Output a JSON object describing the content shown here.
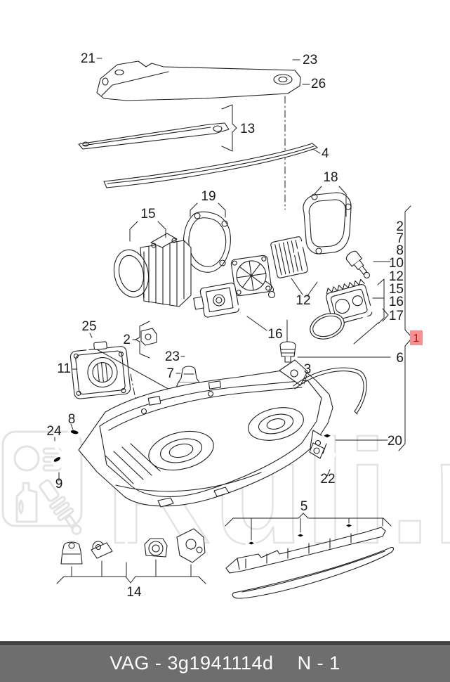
{
  "watermark": {
    "text": "Ruli.ru",
    "color": "#e3e3e3"
  },
  "diagram": {
    "line_color": "#1f1f1f",
    "highlight": {
      "label": "1",
      "box_color": "#f79090",
      "text_color": "#b01818"
    },
    "callouts": [
      {
        "label": "21"
      },
      {
        "label": "23"
      },
      {
        "label": "26"
      },
      {
        "label": "13"
      },
      {
        "label": "4"
      },
      {
        "label": "19"
      },
      {
        "label": "15"
      },
      {
        "label": "18"
      },
      {
        "label": "2"
      },
      {
        "label": "7"
      },
      {
        "label": "8"
      },
      {
        "label": "10"
      },
      {
        "label": "12"
      },
      {
        "label": "15"
      },
      {
        "label": "16"
      },
      {
        "label": "17"
      },
      {
        "label": "6"
      },
      {
        "label": "20"
      },
      {
        "label": "12"
      },
      {
        "label": "16"
      },
      {
        "label": "25"
      },
      {
        "label": "2"
      },
      {
        "label": "23"
      },
      {
        "label": "7"
      },
      {
        "label": "11"
      },
      {
        "label": "8"
      },
      {
        "label": "24"
      },
      {
        "label": "9"
      },
      {
        "label": "3"
      },
      {
        "label": "22"
      },
      {
        "label": "5"
      },
      {
        "label": "14"
      }
    ]
  },
  "footer": {
    "catalog_label": "VAG - 3g1941114d",
    "page_label": "N - 1",
    "bar_color": "#6e6e6e",
    "text_color": "#ffffff"
  }
}
